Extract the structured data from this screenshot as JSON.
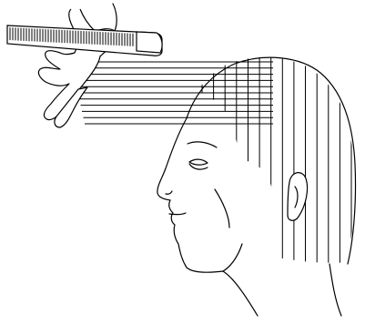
{
  "illustration": {
    "subject": "haircutting-technique",
    "colors": {
      "background": "#ffffff",
      "ink": "#000000"
    },
    "elements": {
      "comb": "comb-icon",
      "hand": "hand-icon",
      "head": "head-profile-icon",
      "horizontal_sections": "horizontal-hair-sections",
      "vertical_sections": "vertical-hair-sections"
    },
    "horizontal_section_count": 11,
    "vertical_section_count": 14
  }
}
